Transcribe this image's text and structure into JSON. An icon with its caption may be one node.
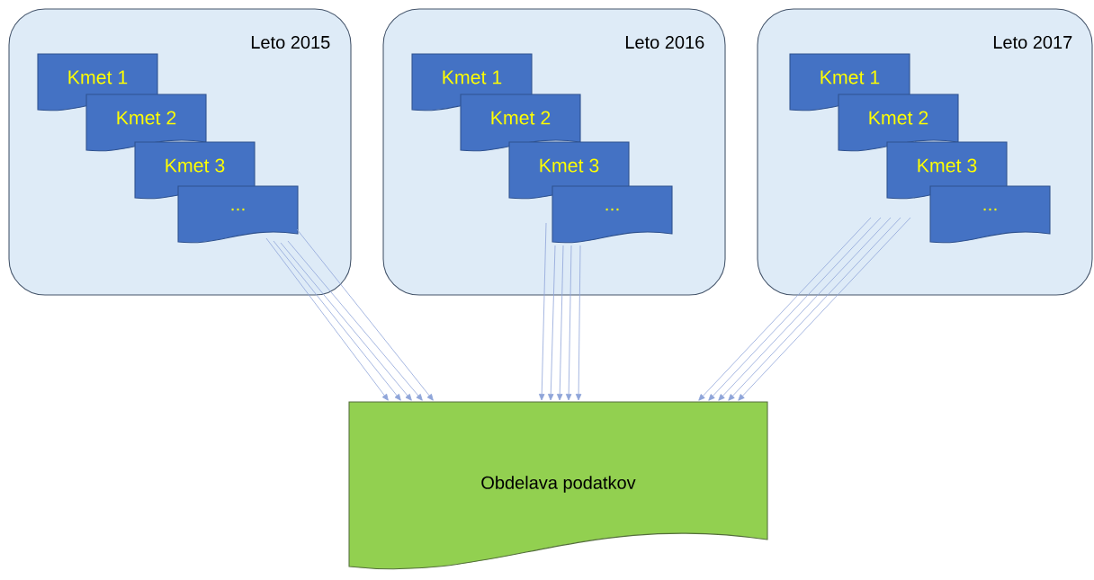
{
  "diagram": {
    "nodes": [
      {
        "text": [
          "Leto 2015"
        ]
      },
      {
        "text": [
          "Kmet 1"
        ],
        "in": 0
      },
      {
        "text": [
          "Kmet 2"
        ],
        "in": 0
      },
      {
        "text": [
          "Kmet 3"
        ],
        "in": 0
      },
      {
        "text": [
          "..."
        ],
        "in": 0
      },
      {
        "text": [
          "Leto 2016"
        ]
      },
      {
        "text": [
          "Kmet 1"
        ],
        "in": 5
      },
      {
        "text": [
          "Kmet 2"
        ],
        "in": 5
      },
      {
        "text": [
          "Kmet 3"
        ],
        "in": 5
      },
      {
        "text": [
          "..."
        ],
        "in": 5
      },
      {
        "text": [
          "Leto 2017"
        ]
      },
      {
        "text": [
          "Kmet 1"
        ],
        "in": 10
      },
      {
        "text": [
          "Kmet 2"
        ],
        "in": 10
      },
      {
        "text": [
          "Kmet 3"
        ],
        "in": 10
      },
      {
        "text": [
          "..."
        ],
        "in": 10
      },
      {
        "text": [
          "Obdelava podatkov"
        ]
      }
    ],
    "edges": [
      {
        "from": 4,
        "to": 15,
        "arrow": "to"
      },
      {
        "from": 4,
        "to": 15,
        "arrow": "to"
      },
      {
        "from": 4,
        "to": 15,
        "arrow": "to"
      },
      {
        "from": 4,
        "to": 15,
        "arrow": "to"
      },
      {
        "from": 4,
        "to": 15,
        "arrow": "to"
      },
      {
        "from": 9,
        "to": 15,
        "arrow": "to"
      },
      {
        "from": 9,
        "to": 15,
        "arrow": "to"
      },
      {
        "from": 9,
        "to": 15,
        "arrow": "to"
      },
      {
        "from": 9,
        "to": 15,
        "arrow": "to"
      },
      {
        "from": 9,
        "to": 15,
        "arrow": "to"
      },
      {
        "from": null,
        "to": 15,
        "arrow": "to"
      },
      {
        "from": null,
        "to": 15,
        "arrow": "to"
      },
      {
        "from": null,
        "to": 15,
        "arrow": "to"
      },
      {
        "from": null,
        "to": 15,
        "arrow": "to"
      },
      {
        "from": null,
        "to": 15,
        "arrow": "to"
      }
    ]
  }
}
